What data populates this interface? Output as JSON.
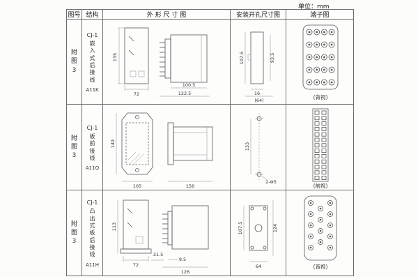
{
  "unit_label": "单位：mm",
  "headers": {
    "fig": "图号",
    "structure": "结构",
    "outline": "外 形 尺 寸 图",
    "mounting": "安装开孔尺寸图",
    "terminal": "端子图"
  },
  "rows": [
    {
      "fig": "附图3",
      "model": "CJ-1",
      "desc": "嵌入式后接线",
      "code": "A11K",
      "dims": {
        "h": "135",
        "w": "72",
        "d1": "100.5",
        "d2": "122.5"
      },
      "mount": {
        "h1": "107.5",
        "h2": "93.5",
        "w1": "16",
        "w2": "(64)"
      },
      "view": "(背视)"
    },
    {
      "fig": "附图3",
      "model": "CJ-1",
      "desc": "板前接线",
      "code": "A11Q",
      "dims": {
        "h": "149",
        "w": "105",
        "d": "156"
      },
      "mount": {
        "h1": "133",
        "holes": "2-Φ5"
      },
      "view": "(前视)"
    },
    {
      "fig": "附图3",
      "model": "CJ-1",
      "desc": "凸出式板后接线",
      "code": "A11H",
      "dims": {
        "h": "113",
        "w": "72",
        "w2": "31.5",
        "d1": "9.5",
        "d2": "126"
      },
      "mount": {
        "h1": "107.5",
        "h2": "124",
        "w1": "64"
      },
      "view": "(背视)"
    }
  ]
}
